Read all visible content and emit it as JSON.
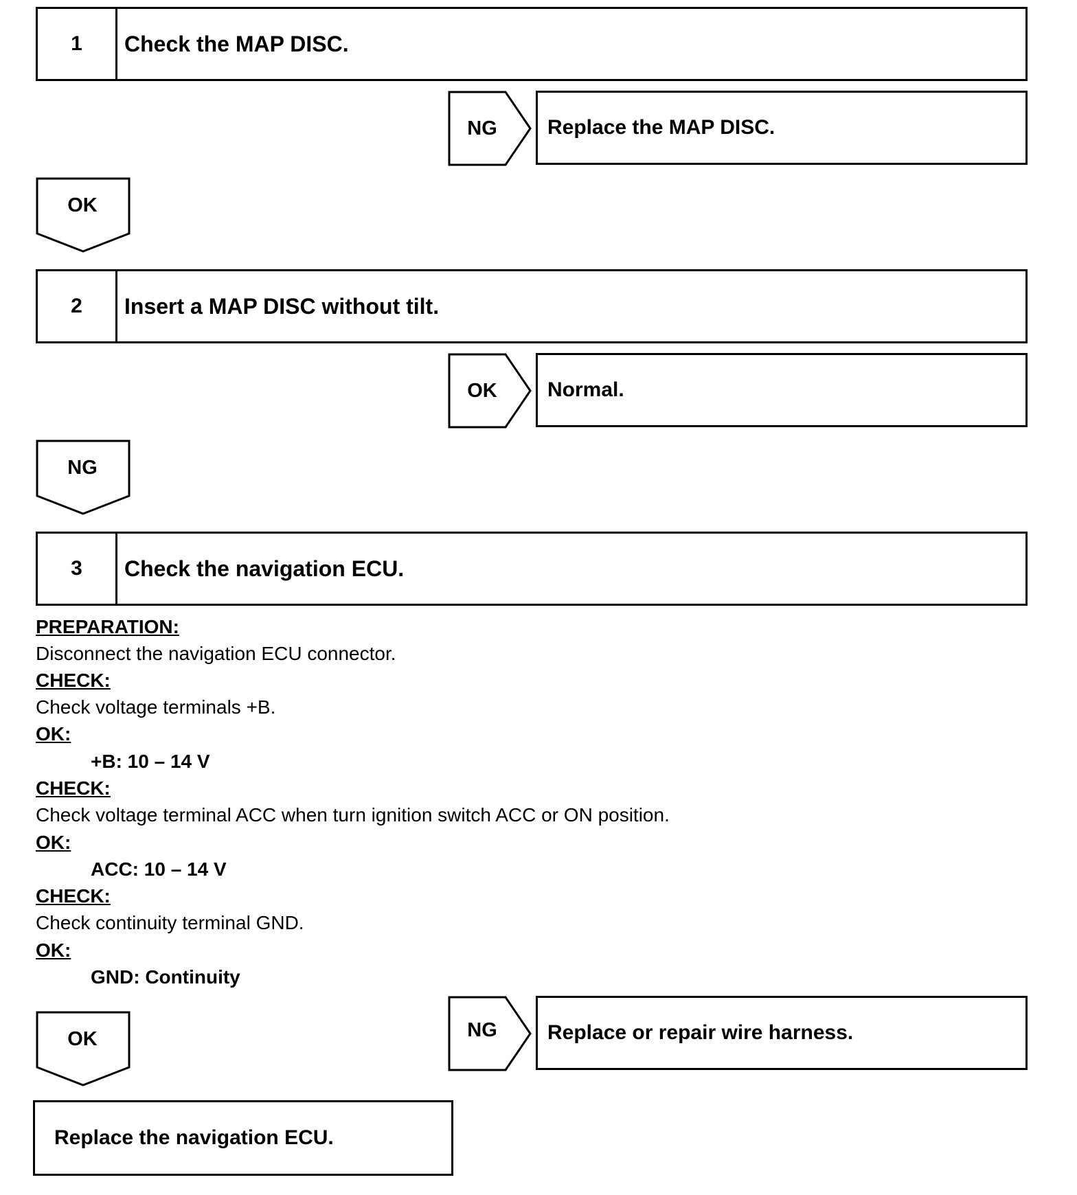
{
  "step1": {
    "number": "1",
    "title": "Check the MAP DISC."
  },
  "step1_branch": {
    "label": "NG",
    "result": "Replace the MAP DISC."
  },
  "step1_next": "OK",
  "step2": {
    "number": "2",
    "title": "Insert a MAP DISC without tilt."
  },
  "step2_branch": {
    "label": "OK",
    "result": "Normal."
  },
  "step2_next": "NG",
  "step3": {
    "number": "3",
    "title": "Check the navigation ECU."
  },
  "procedure": {
    "preparation_header": "PREPARATION:",
    "preparation_text": "Disconnect the navigation ECU connector.",
    "check1_header": "CHECK:",
    "check1_text": "Check voltage terminals +B.",
    "ok1_header": "OK:",
    "ok1_value": "+B: 10 – 14 V",
    "check2_header": "CHECK:",
    "check2_text": "Check voltage terminal ACC when turn ignition switch ACC or ON position.",
    "ok2_header": "OK:",
    "ok2_value": "ACC: 10 – 14 V",
    "check3_header": "CHECK:",
    "check3_text": "Check continuity terminal GND.",
    "ok3_header": "OK:",
    "ok3_value": "GND: Continuity"
  },
  "step3_branch": {
    "label": "NG",
    "result": "Replace or repair wire harness."
  },
  "step3_next": "OK",
  "final": "Replace the navigation ECU."
}
